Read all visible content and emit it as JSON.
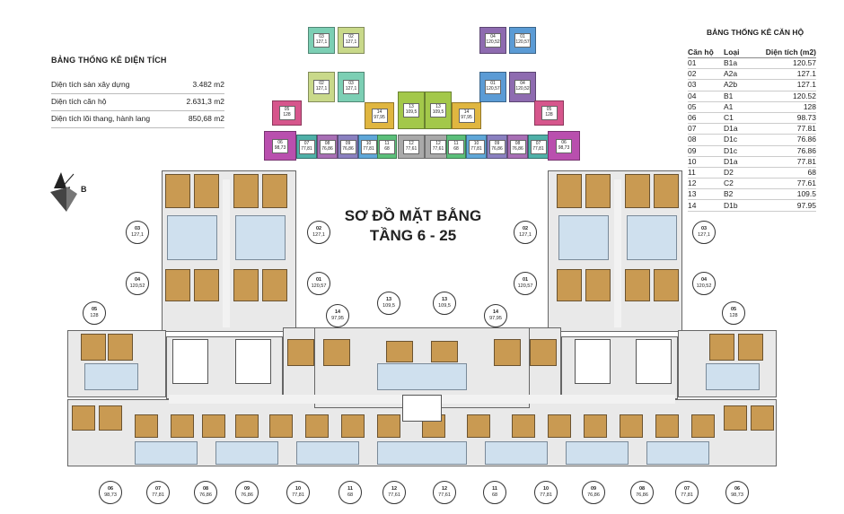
{
  "stats": {
    "title": "BẢNG THỐNG KÊ DIỆN TÍCH",
    "rows": [
      {
        "label": "Diện tích sàn xây dựng",
        "value": "3.482 m2"
      },
      {
        "label": "Diện tích căn hộ",
        "value": "2.631,3 m2"
      },
      {
        "label": "Diện tích lõi thang, hành lang",
        "value": "850,68 m2"
      }
    ]
  },
  "apartments": {
    "title": "BẢNG THỐNG KÊ CĂN HỘ",
    "headers": [
      "Căn hộ",
      "Loại",
      "Diện tích (m2)"
    ],
    "rows": [
      [
        "01",
        "B1a",
        "120.57"
      ],
      [
        "02",
        "A2a",
        "127.1"
      ],
      [
        "03",
        "A2b",
        "127.1"
      ],
      [
        "04",
        "B1",
        "120.52"
      ],
      [
        "05",
        "A1",
        "128"
      ],
      [
        "06",
        "C1",
        "98.73"
      ],
      [
        "07",
        "D1a",
        "77.81"
      ],
      [
        "08",
        "D1c",
        "76.86"
      ],
      [
        "09",
        "D1c",
        "76.86"
      ],
      [
        "10",
        "D1a",
        "77.81"
      ],
      [
        "11",
        "D2",
        "68"
      ],
      [
        "12",
        "C2",
        "77.61"
      ],
      [
        "13",
        "B2",
        "109.5"
      ],
      [
        "14",
        "D1b",
        "97.95"
      ]
    ]
  },
  "plan": {
    "title_line1": "SƠ ĐỒ MẶT BẰNG",
    "title_line2": "TẦNG 6 - 25",
    "compass_label": "B"
  },
  "colors": {
    "u01": "#5b9bd5",
    "u02": "#c9d98a",
    "u03": "#7ccfb4",
    "u04": "#8e6bb0",
    "u05": "#d6568c",
    "u06": "#b94fae",
    "u07": "#4fb0a8",
    "u08": "#a86fb5",
    "u09": "#8a80c0",
    "u10": "#5fa7d8",
    "u11": "#5bbf7a",
    "u12": "#a9a9a9",
    "u13": "#a3c84a",
    "u14": "#e0b640",
    "room": "#c99a52",
    "wet": "#cfe0ee"
  },
  "key_plan": [
    {
      "id": "k03l",
      "num": "03",
      "area": "127,1",
      "color": "#7ccfb4"
    },
    {
      "id": "k02l",
      "num": "02",
      "area": "127,1",
      "color": "#c9d98a"
    },
    {
      "id": "k04l",
      "num": "04",
      "area": "120,52",
      "color": "#8e6bb0"
    },
    {
      "id": "k01l",
      "num": "01",
      "area": "120,57",
      "color": "#5b9bd5"
    },
    {
      "id": "k02r",
      "num": "02",
      "area": "127,1",
      "color": "#c9d98a"
    },
    {
      "id": "k03r",
      "num": "03",
      "area": "127,1",
      "color": "#7ccfb4"
    },
    {
      "id": "k01r",
      "num": "01",
      "area": "120,57",
      "color": "#5b9bd5"
    },
    {
      "id": "k04r",
      "num": "04",
      "area": "120,52",
      "color": "#8e6bb0"
    },
    {
      "id": "k05l",
      "num": "05",
      "area": "128",
      "color": "#d6568c"
    },
    {
      "id": "k14l",
      "num": "14",
      "area": "97,95",
      "color": "#e0b640"
    },
    {
      "id": "k13l",
      "num": "13",
      "area": "109,5",
      "color": "#a3c84a"
    },
    {
      "id": "k13r",
      "num": "13",
      "area": "109,5",
      "color": "#a3c84a"
    },
    {
      "id": "k14r",
      "num": "14",
      "area": "97,95",
      "color": "#e0b640"
    },
    {
      "id": "k05r",
      "num": "05",
      "area": "128",
      "color": "#d6568c"
    },
    {
      "id": "k06l",
      "num": "06",
      "area": "98,73",
      "color": "#b94fae"
    },
    {
      "id": "k07l",
      "num": "07",
      "area": "77,81",
      "color": "#4fb0a8"
    },
    {
      "id": "k08l",
      "num": "08",
      "area": "76,86",
      "color": "#a86fb5"
    },
    {
      "id": "k09l",
      "num": "09",
      "area": "76,86",
      "color": "#8a80c0"
    },
    {
      "id": "k10l",
      "num": "10",
      "area": "77,81",
      "color": "#5fa7d8"
    },
    {
      "id": "k11l",
      "num": "11",
      "area": "68",
      "color": "#5bbf7a"
    },
    {
      "id": "k12l",
      "num": "12",
      "area": "77,61",
      "color": "#a9a9a9"
    },
    {
      "id": "k12r",
      "num": "12",
      "area": "77,61",
      "color": "#a9a9a9"
    },
    {
      "id": "k11r",
      "num": "11",
      "area": "68",
      "color": "#5bbf7a"
    },
    {
      "id": "k10r",
      "num": "10",
      "area": "77,81",
      "color": "#5fa7d8"
    },
    {
      "id": "k09r",
      "num": "09",
      "area": "76,86",
      "color": "#8a80c0"
    },
    {
      "id": "k08r",
      "num": "08",
      "area": "76,86",
      "color": "#a86fb5"
    },
    {
      "id": "k07r",
      "num": "07",
      "area": "77,81",
      "color": "#4fb0a8"
    },
    {
      "id": "k06r",
      "num": "06",
      "area": "98,73",
      "color": "#b94fae"
    }
  ],
  "unit_labels": [
    {
      "num": "03",
      "area": "127,1"
    },
    {
      "num": "02",
      "area": "127,1"
    },
    {
      "num": "02",
      "area": "127,1"
    },
    {
      "num": "03",
      "area": "127,1"
    },
    {
      "num": "04",
      "area": "120,52"
    },
    {
      "num": "01",
      "area": "120,57"
    },
    {
      "num": "01",
      "area": "120,57"
    },
    {
      "num": "04",
      "area": "120,52"
    },
    {
      "num": "13",
      "area": "109,5"
    },
    {
      "num": "13",
      "area": "109,5"
    },
    {
      "num": "05",
      "area": "128"
    },
    {
      "num": "14",
      "area": "97,95"
    },
    {
      "num": "14",
      "area": "97,95"
    },
    {
      "num": "05",
      "area": "128"
    },
    {
      "num": "06",
      "area": "98,73"
    },
    {
      "num": "07",
      "area": "77,81"
    },
    {
      "num": "08",
      "area": "76,86"
    },
    {
      "num": "09",
      "area": "76,86"
    },
    {
      "num": "10",
      "area": "77,81"
    },
    {
      "num": "11",
      "area": "68"
    },
    {
      "num": "12",
      "area": "77,61"
    },
    {
      "num": "12",
      "area": "77,61"
    },
    {
      "num": "11",
      "area": "68"
    },
    {
      "num": "10",
      "area": "77,81"
    },
    {
      "num": "09",
      "area": "76,86"
    },
    {
      "num": "08",
      "area": "76,86"
    },
    {
      "num": "07",
      "area": "77,81"
    },
    {
      "num": "06",
      "area": "98,73"
    }
  ]
}
